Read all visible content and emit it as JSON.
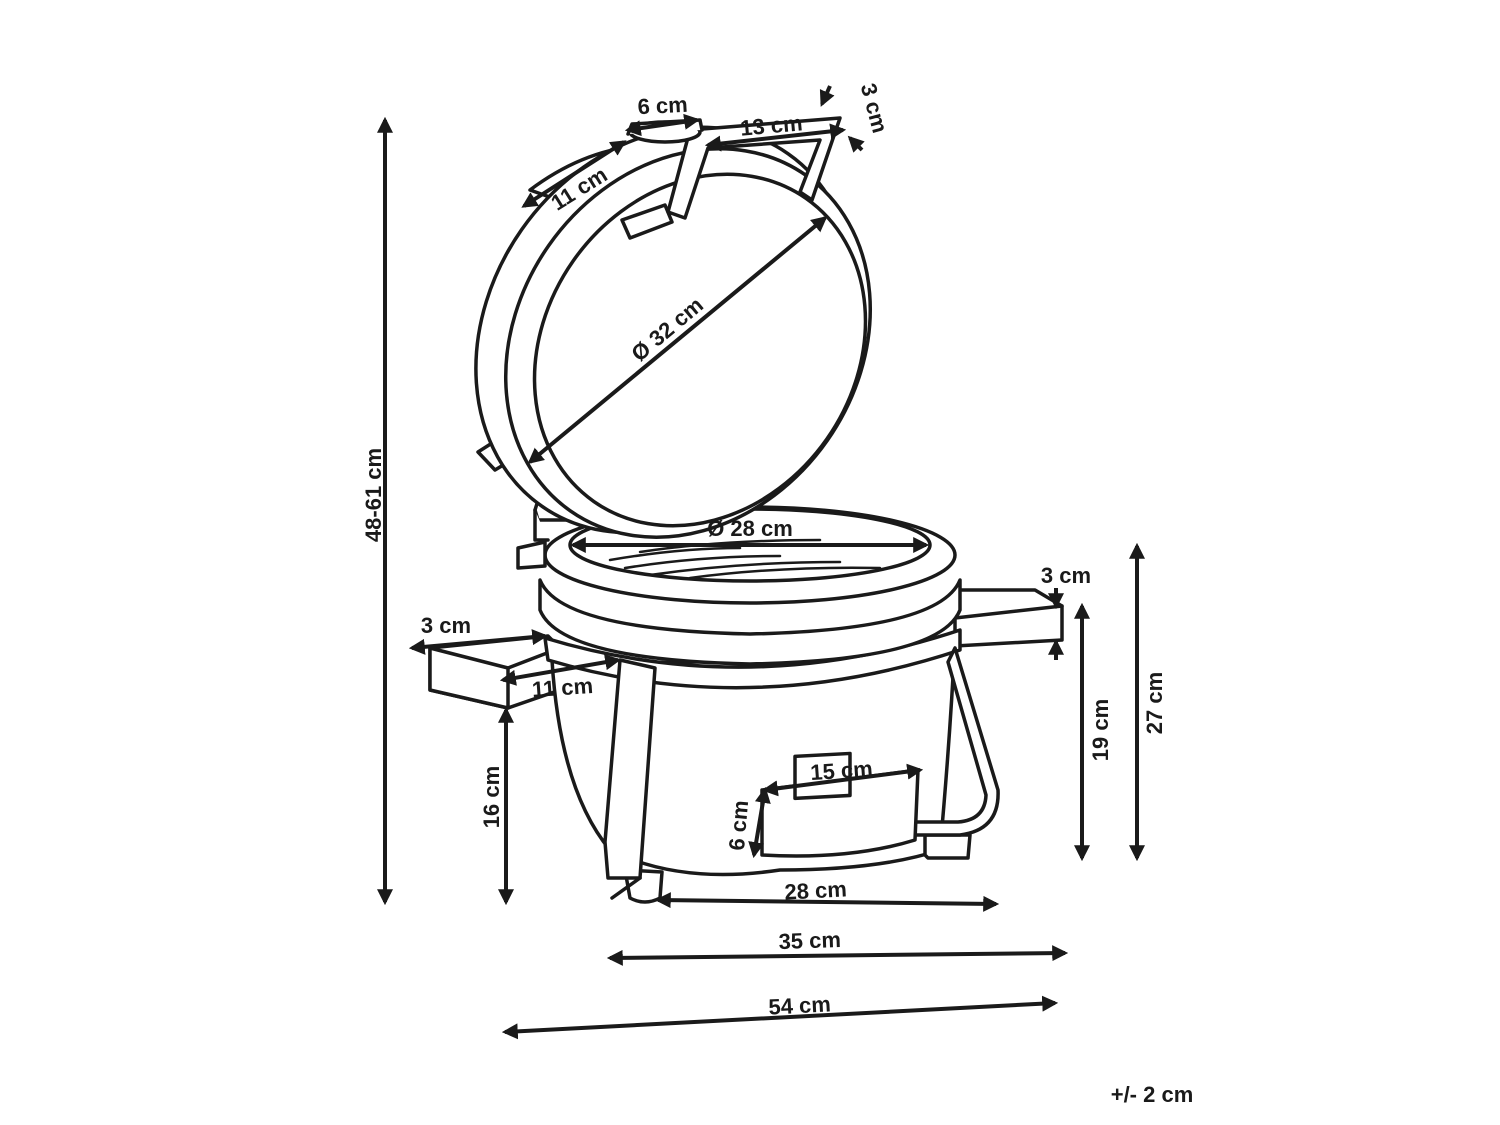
{
  "dimensions": [
    {
      "id": "overall-height",
      "text": "48-61 cm"
    },
    {
      "id": "handle-hole",
      "text": "6 cm"
    },
    {
      "id": "handle-length",
      "text": "13 cm"
    },
    {
      "id": "handle-thickness",
      "text": "3 cm"
    },
    {
      "id": "lid-height",
      "text": "11 cm"
    },
    {
      "id": "lid-diameter",
      "text": "Ø 32 cm"
    },
    {
      "id": "grill-diameter",
      "text": "Ø 28 cm"
    },
    {
      "id": "right-shelf-thickness",
      "text": "3 cm"
    },
    {
      "id": "left-shelf-thickness",
      "text": "3 cm"
    },
    {
      "id": "shelf-width",
      "text": "11 cm"
    },
    {
      "id": "vent-width",
      "text": "15 cm"
    },
    {
      "id": "vent-height",
      "text": "6 cm"
    },
    {
      "id": "shelf-height-left",
      "text": "16 cm"
    },
    {
      "id": "shelf-height-right",
      "text": "19 cm"
    },
    {
      "id": "body-height",
      "text": "27 cm"
    },
    {
      "id": "base-depth",
      "text": "28 cm"
    },
    {
      "id": "body-width",
      "text": "35 cm"
    },
    {
      "id": "overall-width",
      "text": "54 cm"
    }
  ],
  "tolerance": "+/- 2 cm"
}
